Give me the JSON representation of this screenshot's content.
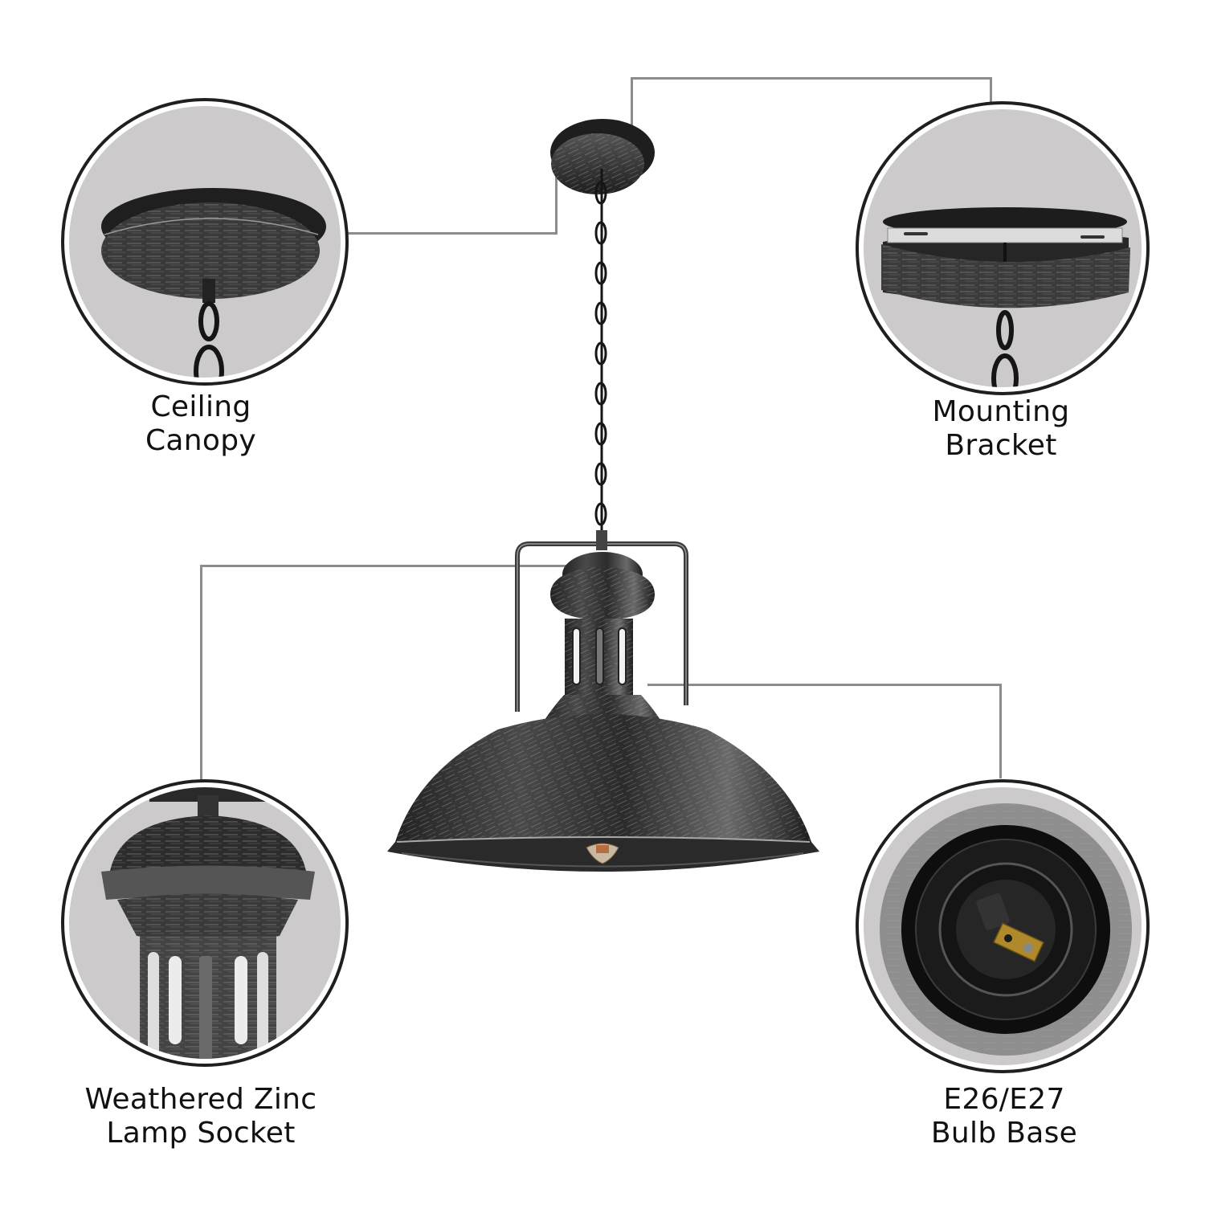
{
  "colors": {
    "background": "#ffffff",
    "connector": "#8c8c8c",
    "circle_ring": "#1f1f1f",
    "circle_fill": "#cdcacb",
    "metal_dark": "#2a2a2a",
    "metal_mid": "#5c5c5c",
    "metal_light": "#b8b8b8"
  },
  "callouts": [
    {
      "id": "ceiling-canopy",
      "line1": "Ceiling",
      "line2": "Canopy"
    },
    {
      "id": "mounting-bracket",
      "line1": "Mounting",
      "line2": "Bracket"
    },
    {
      "id": "lamp-socket",
      "line1": "Weathered Zinc",
      "line2": "Lamp Socket"
    },
    {
      "id": "bulb-base",
      "line1": "E26/E27",
      "line2": "Bulb Base"
    }
  ]
}
